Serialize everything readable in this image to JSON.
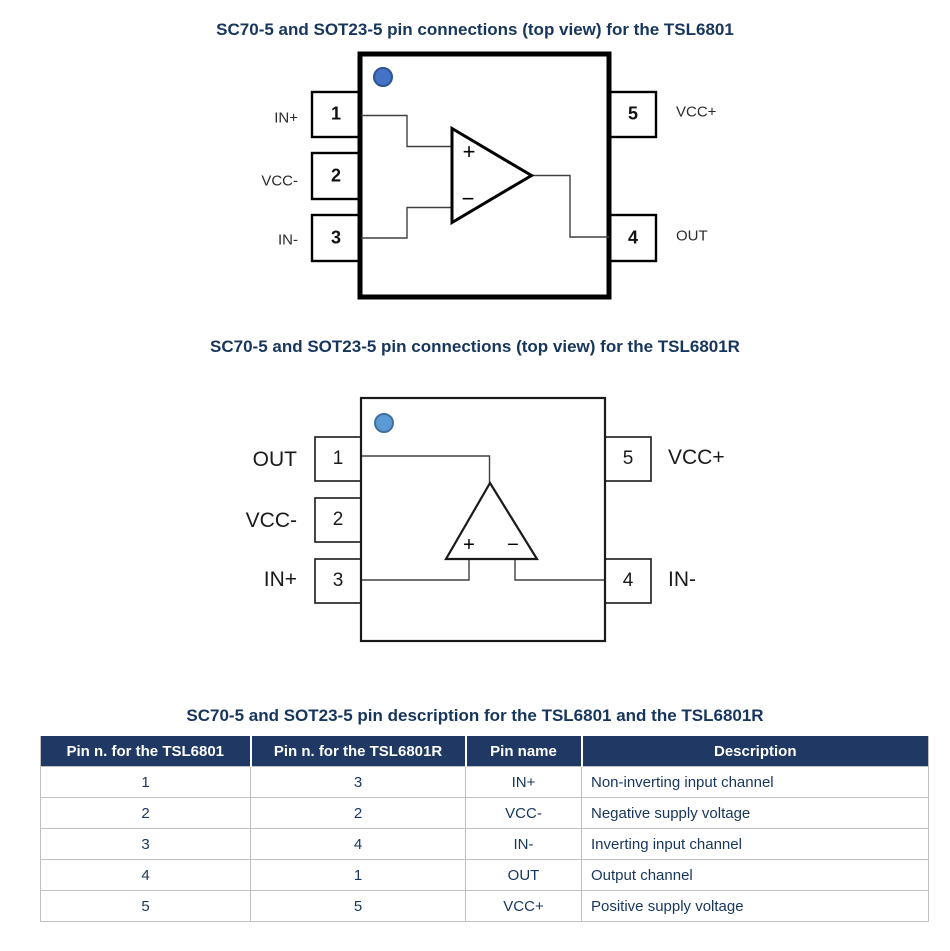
{
  "colors": {
    "navy_text": "#17365D",
    "table_header_bg": "#1F3864",
    "table_border": "#BFBFBF",
    "dot1_fill": "#4472C4",
    "dot1_stroke": "#2E5494",
    "dot2_fill": "#5B9BD5",
    "dot2_stroke": "#41719C"
  },
  "diagram1": {
    "title": "SC70-5 and SOT23-5 pin connections (top view) for the TSL6801",
    "left_pins": [
      {
        "number": "1",
        "label": "IN+"
      },
      {
        "number": "2",
        "label": "VCC-"
      },
      {
        "number": "3",
        "label": "IN-"
      }
    ],
    "right_pins": [
      {
        "number": "5",
        "label": "VCC+"
      },
      {
        "number": "4",
        "label": "OUT"
      }
    ],
    "opamp": {
      "plus": "+",
      "minus": "−"
    }
  },
  "diagram2": {
    "title": "SC70-5 and SOT23-5 pin connections (top view) for the TSL6801R",
    "left_pins": [
      {
        "number": "1",
        "label": "OUT"
      },
      {
        "number": "2",
        "label": "VCC-"
      },
      {
        "number": "3",
        "label": "IN+"
      }
    ],
    "right_pins": [
      {
        "number": "5",
        "label": "VCC+"
      },
      {
        "number": "4",
        "label": "IN-"
      }
    ],
    "opamp": {
      "plus": "+",
      "minus": "−"
    }
  },
  "table": {
    "title": "SC70-5 and SOT23-5 pin description for the TSL6801 and the TSL6801R",
    "headers": [
      "Pin n. for the TSL6801",
      "Pin n. for the TSL6801R",
      "Pin name",
      "Description"
    ],
    "rows": [
      [
        "1",
        "3",
        "IN+",
        "Non-inverting input channel"
      ],
      [
        "2",
        "2",
        "VCC-",
        "Negative supply voltage"
      ],
      [
        "3",
        "4",
        "IN-",
        "Inverting input channel"
      ],
      [
        "4",
        "1",
        "OUT",
        "Output channel"
      ],
      [
        "5",
        "5",
        "VCC+",
        "Positive supply voltage"
      ]
    ]
  }
}
